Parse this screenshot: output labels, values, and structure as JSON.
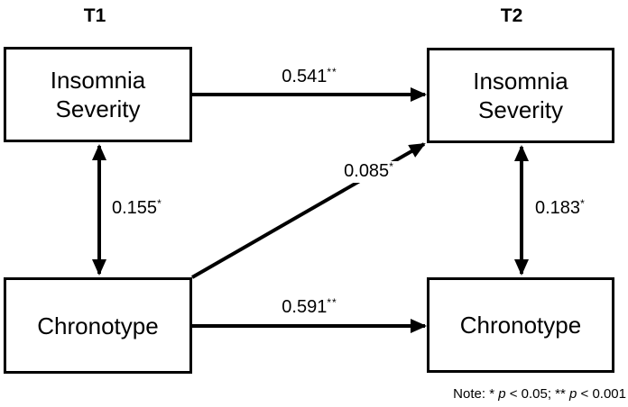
{
  "columns": {
    "t1": "T1",
    "t2": "T2"
  },
  "boxes": {
    "insomnia_t1": "Insomnia\nSeverity",
    "insomnia_t2": "Insomnia\nSeverity",
    "chronotype_t1": "Chronotype",
    "chronotype_t2": "Chronotype"
  },
  "paths": {
    "insomnia_stability": {
      "value": "0.541",
      "sig": "**"
    },
    "chronotype_stability": {
      "value": "0.591",
      "sig": "**"
    },
    "t1_covariance": {
      "value": "0.155",
      "sig": "*"
    },
    "t2_covariance": {
      "value": "0.183",
      "sig": "*"
    },
    "cross_lagged_chronotype_to_insomnia": {
      "value": "0.085",
      "sig": "*"
    }
  },
  "note": {
    "parts": [
      {
        "text": "Note: * "
      },
      {
        "text": "p",
        "italic": true
      },
      {
        "text": " < 0.05; ** "
      },
      {
        "text": "p",
        "italic": true
      },
      {
        "text": " < 0.001"
      }
    ]
  },
  "colors": {
    "line": "#000000",
    "background": "#ffffff"
  }
}
